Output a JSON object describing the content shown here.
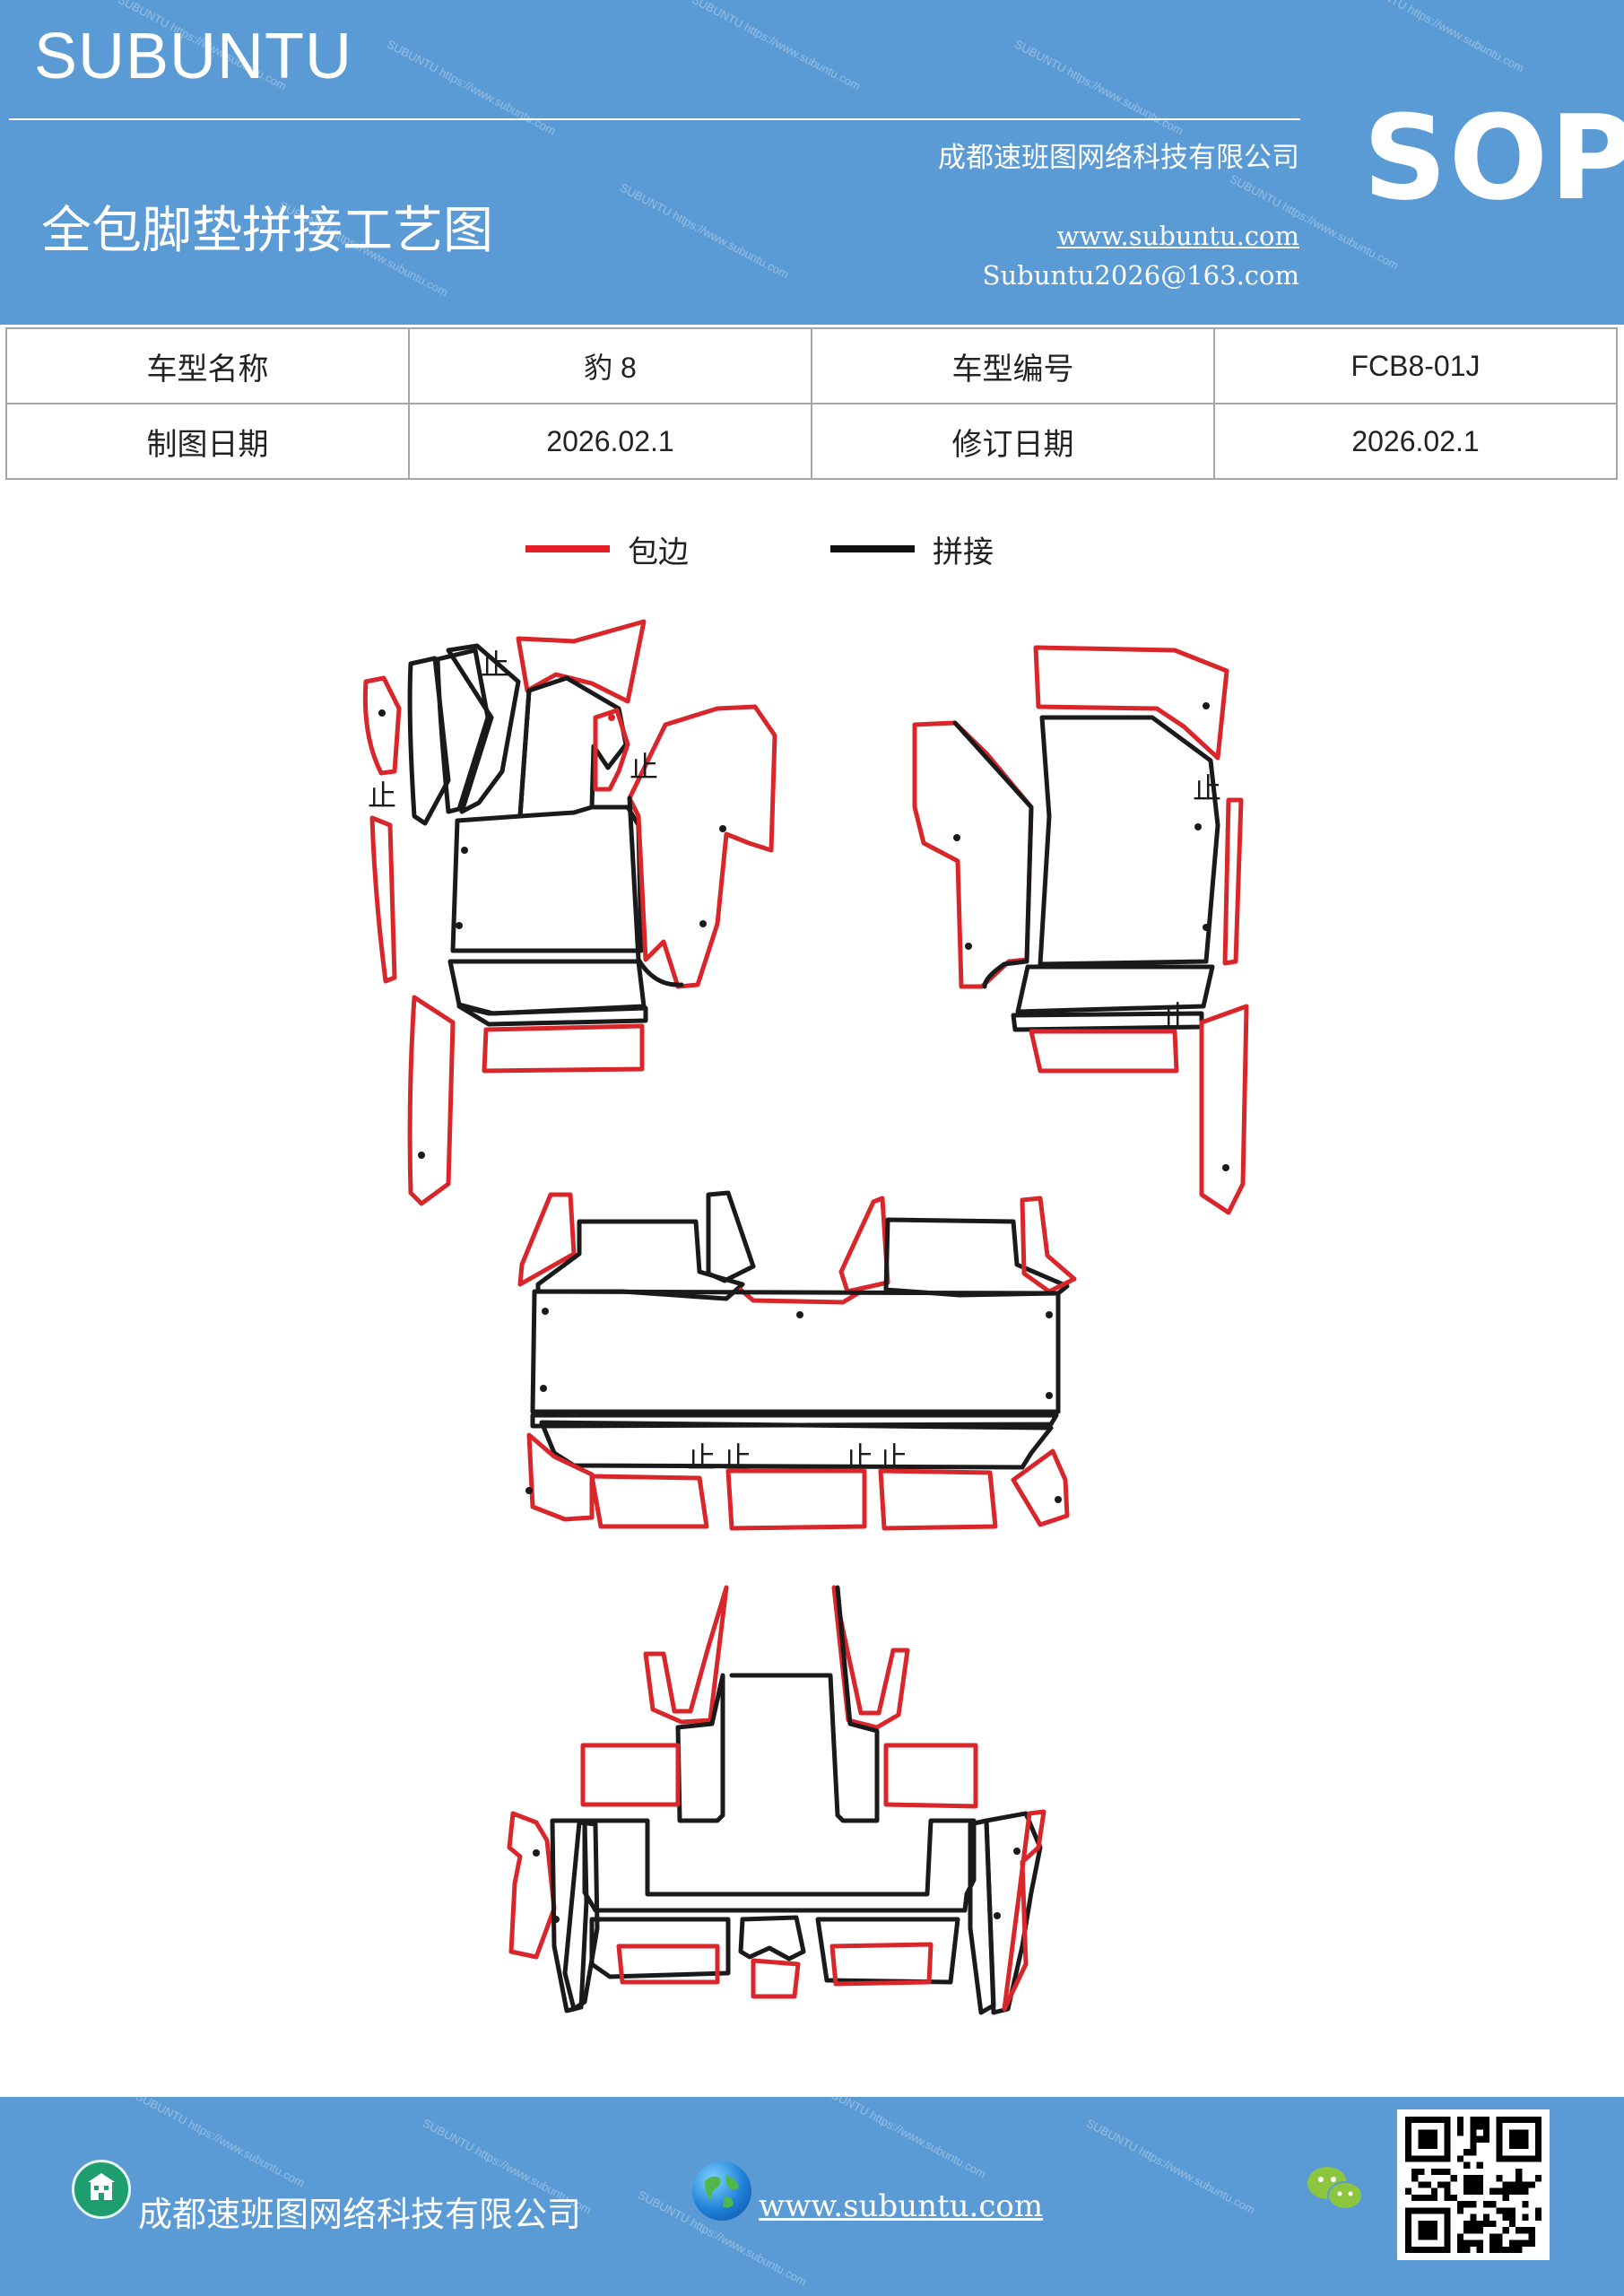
{
  "header": {
    "brand": "SUBUNTU",
    "doc_title": "全包脚垫拼接工艺图",
    "company": "成都速班图网络科技有限公司",
    "website": "www.subuntu.com",
    "email": "Subuntu2026@163.com",
    "badge": "SOP"
  },
  "info_table": {
    "model_name_label": "车型名称",
    "model_name_value": "豹 8",
    "model_code_label": "车型编号",
    "model_code_value": "FCB8-01J",
    "drawn_date_label": "制图日期",
    "drawn_date_value": "2026.02.1",
    "revised_date_label": "修订日期",
    "revised_date_value": "2026.02.1"
  },
  "legend": {
    "items": [
      {
        "label": "包边",
        "color": "#e31e24"
      },
      {
        "label": "拼接",
        "color": "#111111"
      }
    ]
  },
  "diagram": {
    "stop_marker": "止",
    "edge_color": "#d9262b",
    "seam_color": "#1a1a1a"
  },
  "footer": {
    "company": "成都速班图网络科技有限公司",
    "website": "www.subuntu.com",
    "icons": [
      "building-icon",
      "globe-icon",
      "wechat-icon",
      "qr-code"
    ]
  },
  "watermark": "SUBUNTU https://www.subuntu.com"
}
